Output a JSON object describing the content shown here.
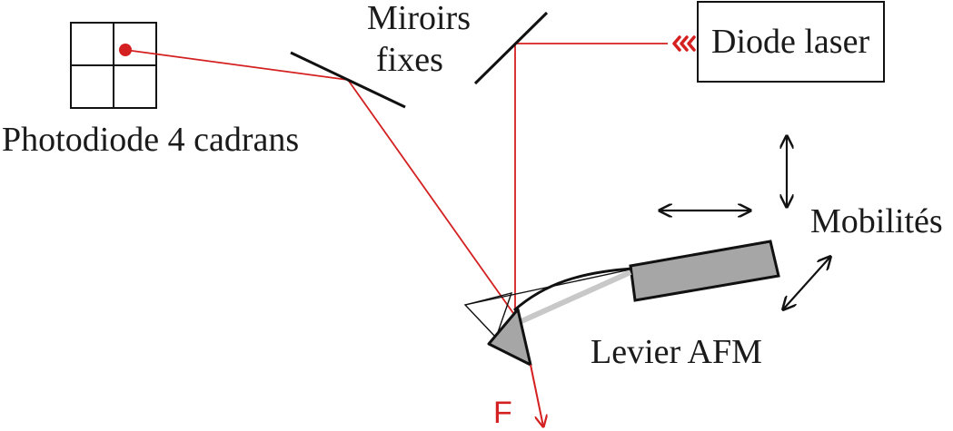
{
  "labels": {
    "mirrors_line1": "Miroirs",
    "mirrors_line2": "fixes",
    "laser": "Diode laser",
    "photodiode": "Photodiode 4 cadrans",
    "mobility": "Mobilités",
    "cantilever": "Levier AFM",
    "force": "F"
  },
  "colors": {
    "beam": "#d42020",
    "stroke": "#111111",
    "fill_grey": "#a6a6a6",
    "ghost_grey": "#c8c8c8",
    "background": "#ffffff"
  },
  "icons": {
    "laser_emitter": "chevron-triple-left",
    "vertical_arrow": "double-arrow-vertical",
    "horizontal_arrow": "double-arrow-horizontal",
    "diagonal_arrow": "double-arrow-diagonal"
  }
}
